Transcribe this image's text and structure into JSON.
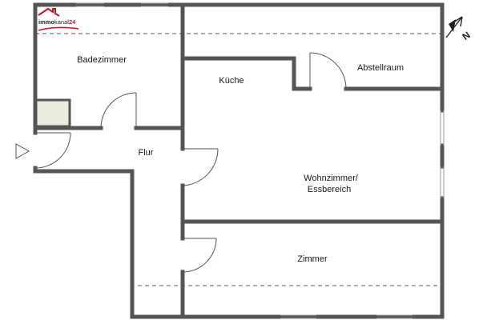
{
  "logo": {
    "prefix": "immo",
    "middle": "kanal",
    "suffix": "24",
    "prefix_color": "#222222",
    "middle_color": "#222222",
    "suffix_color": "#c8102e",
    "roof_color": "#c8102e"
  },
  "rooms": {
    "badezimmer": "Badezimmer",
    "kueche": "Küche",
    "abstellraum": "Abstellraum",
    "flur": "Flur",
    "wohnzimmer_line1": "Wohnzimmer/",
    "wohnzimmer_line2": "Essbereich",
    "zimmer": "Zimmer"
  },
  "north_arrow": {
    "label": "N",
    "icon": "north-arrow-icon"
  },
  "entrance": {
    "icon": "entrance-triangle-icon"
  },
  "colors": {
    "wall": "#555555",
    "fixture_fill": "#ebebdf",
    "slope_line": "#555555"
  }
}
